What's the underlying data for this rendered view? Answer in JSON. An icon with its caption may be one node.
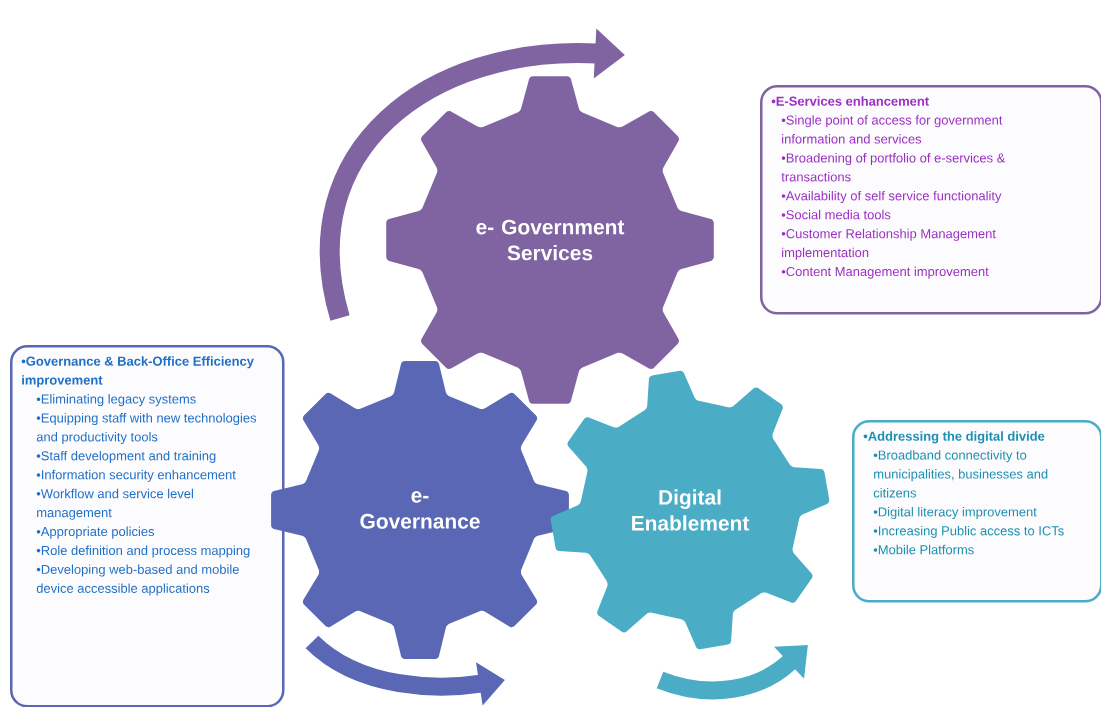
{
  "diagram": {
    "nodes": [
      {
        "text": [
          "e- Government Services"
        ]
      },
      {
        "text": [
          "•E-Services enhancement",
          "•Single point of access for government information and services",
          "•Broadening of portfolio of e-services & transactions",
          "•Availability of self service functionality",
          "•Social media tools",
          "•Customer Relationship Management implementation",
          "•Content Management improvement"
        ]
      },
      {
        "text": [
          "•Governance & Back-Office Efficiency improvement",
          "•Eliminating legacy systems",
          "•Equipping staff with new technologies and productivity tools",
          "•Staff development and training",
          "•Information security enhancement",
          "•Workflow and service level management",
          "•Appropriate policies",
          "•Role definition and process mapping",
          "•Developing web-based and mobile device accessible applications"
        ]
      },
      {
        "text": [
          "e- Governance"
        ]
      },
      {
        "text": [
          "Digital Enablement"
        ]
      },
      {
        "text": [
          "•Addressing the digital divide",
          "•Broadband connectivity to municipalities, businesses and citizens",
          "•Digital literacy improvement",
          "•Increasing Public access to ICTs",
          "•Mobile Platforms"
        ]
      }
    ]
  }
}
